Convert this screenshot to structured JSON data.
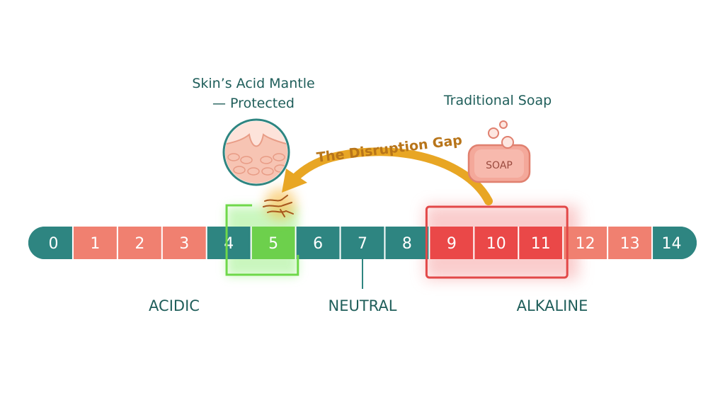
{
  "labels": {
    "mantle_line1": "Skin’s Acid Mantle",
    "mantle_line2": "— Protected",
    "soap_title": "Traditional Soap",
    "soap_bar_text": "SOAP",
    "gap_label": "The Disruption Gap",
    "acidic": "ACIDIC",
    "neutral": "NEUTRAL",
    "alkaline": "ALKALINE"
  },
  "scale": {
    "values": [
      "0",
      "1",
      "2",
      "3",
      "4",
      "5",
      "6",
      "7",
      "8",
      "9",
      "10",
      "11",
      "12",
      "13",
      "14"
    ],
    "cell_colors": [
      "#2e8581",
      "#f08070",
      "#f08070",
      "#f08070",
      "#2e8581",
      "#6dd04c",
      "#2e8581",
      "#2e8581",
      "#2e8581",
      "#ea4848",
      "#ea4848",
      "#ea4848",
      "#f08070",
      "#f08070",
      "#2e8581"
    ],
    "protected_range": [
      4,
      6
    ],
    "soap_range": [
      9,
      11
    ],
    "neutral_marker": 7
  },
  "colors": {
    "text": "#1f5e5a",
    "teal": "#2e8581",
    "salmon": "#f08070",
    "alkaline_red": "#ea4848",
    "acid_green": "#6dd04c",
    "arrow_gold": "#e8a624",
    "gap_text": "#b8751a",
    "soap_fill": "#f4a89a"
  },
  "icons": [
    "skin-cross-section-icon",
    "soap-bar-icon",
    "bubbles-icon",
    "disruption-spark-icon"
  ]
}
